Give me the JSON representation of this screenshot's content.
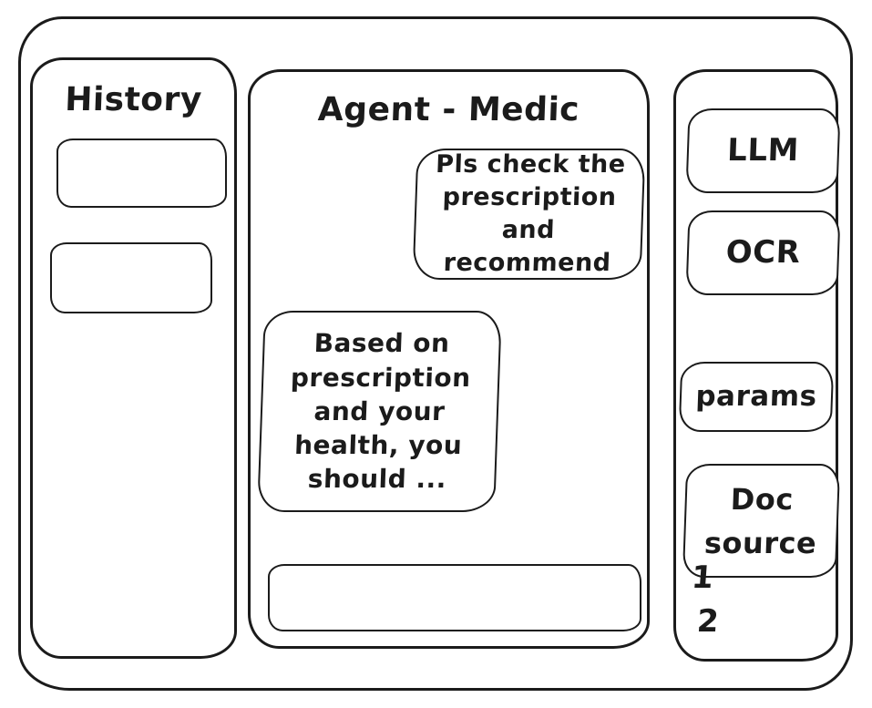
{
  "colors": {
    "ink": "#1b1b1b",
    "background": "#ffffff"
  },
  "history_panel": {
    "title": "History",
    "items": [
      {
        "label": ""
      },
      {
        "label": ""
      }
    ]
  },
  "chat_panel": {
    "title": "Agent - Medic",
    "messages": [
      {
        "role": "user",
        "text": "Pls check the prescription and recommend"
      },
      {
        "role": "assistant",
        "text": "Based on prescription and your health, you should ..."
      }
    ],
    "input": {
      "value": "",
      "placeholder": ""
    }
  },
  "tools_panel": {
    "buttons": [
      {
        "label": "LLM"
      },
      {
        "label": "OCR"
      },
      {
        "label": "params"
      },
      {
        "label": "Doc source"
      }
    ],
    "doc_source_items": [
      {
        "label": "1"
      },
      {
        "label": "2"
      }
    ]
  }
}
